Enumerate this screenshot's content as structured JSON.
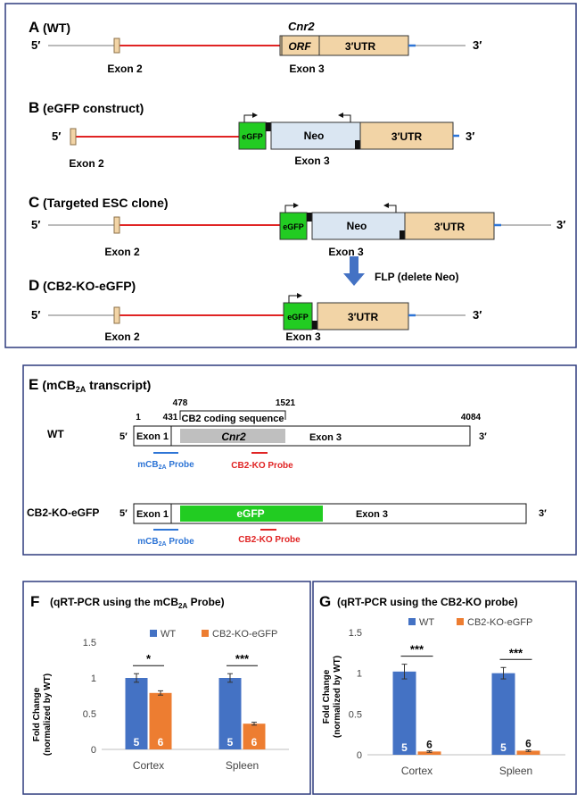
{
  "colors": {
    "wt_blue": "#4472C4",
    "ko_orange": "#ED7D31",
    "intron_red": "#E02424",
    "egfp_green": "#22CC22",
    "neo_blue": "#DAE6F2",
    "utr_tan": "#F2D4A6",
    "exon2_tan": "#F2D4A6",
    "probe_blue": "#2E75D6",
    "probe_red": "#E02424",
    "panel_border": "#2F3C7E"
  },
  "panel_A": {
    "letter": "A",
    "title": "(WT)",
    "gene": "Cnr2",
    "five": "5′",
    "three": "3′",
    "exon2": "Exon 2",
    "exon3": "Exon 3",
    "orf": "ORF",
    "utr": "3′UTR"
  },
  "panel_B": {
    "letter": "B",
    "title": "(eGFP construct)",
    "five": "5′",
    "three": "3′",
    "exon2": "Exon 2",
    "exon3": "Exon 3",
    "egfp": "eGFP",
    "neo": "Neo",
    "utr": "3′UTR"
  },
  "panel_C": {
    "letter": "C",
    "title": "(Targeted ESC clone)",
    "five": "5′",
    "three": "3′",
    "exon2": "Exon 2",
    "exon3": "Exon 3",
    "egfp": "eGFP",
    "neo": "Neo",
    "utr": "3′UTR",
    "flp": "FLP (delete Neo)"
  },
  "panel_D": {
    "letter": "D",
    "title": "(CB2-KO-eGFP)",
    "five": "5′",
    "three": "3′",
    "exon2": "Exon 2",
    "exon3": "Exon 3",
    "egfp": "eGFP",
    "utr": "3′UTR"
  },
  "panel_E": {
    "letter": "E",
    "title_pre": "(mCB",
    "title_sub": "2A",
    "title_post": " transcript)",
    "coding_label": "CB2 coding sequence",
    "pos_1": "1",
    "pos_431": "431",
    "pos_478": "478",
    "pos_1521": "1521",
    "pos_4084": "4084",
    "wt_label": "WT",
    "ko_label": "CB2-KO-eGFP",
    "five": "5′",
    "three": "3′",
    "exon1": "Exon 1",
    "exon3": "Exon 3",
    "cnr2": "Cnr2",
    "egfp": "eGFP",
    "probe_mcb_pre": "mCB",
    "probe_mcb_sub": "2A",
    "probe_mcb_post": " Probe",
    "probe_ko": "CB2-KO Probe"
  },
  "panel_F": {
    "letter": "F",
    "title_pre": "(qRT-PCR using the mCB",
    "title_sub": "2A",
    "title_post": " Probe)",
    "ylabel_1": "Fold Change",
    "ylabel_2": "(normalized by WT)"
  },
  "panel_G": {
    "letter": "G",
    "title": "(qRT-PCR using the CB2-KO probe)",
    "ylabel_1": "Fold Change",
    "ylabel_2": "(normalized by WT)"
  },
  "chart_data": [
    {
      "type": "bar",
      "panel": "F",
      "categories": [
        "Cortex",
        "Spleen"
      ],
      "series": [
        {
          "name": "WT",
          "values": [
            1.0,
            1.0
          ],
          "errors": [
            0.06,
            0.06
          ],
          "n": [
            "5",
            "5"
          ]
        },
        {
          "name": "CB2-KO-eGFP",
          "values": [
            0.79,
            0.36
          ],
          "errors": [
            0.03,
            0.02
          ],
          "n": [
            "6",
            "6"
          ]
        }
      ],
      "significance": [
        "*",
        "***"
      ],
      "ylim": [
        0,
        1.5
      ],
      "yticks": [
        "0",
        "0.5",
        "1",
        "1.5"
      ],
      "legend": "top-center"
    },
    {
      "type": "bar",
      "panel": "G",
      "categories": [
        "Cortex",
        "Spleen"
      ],
      "series": [
        {
          "name": "WT",
          "values": [
            1.02,
            1.0
          ],
          "errors": [
            0.09,
            0.07
          ],
          "n": [
            "5",
            "5"
          ]
        },
        {
          "name": "CB2-KO-eGFP",
          "values": [
            0.04,
            0.05
          ],
          "errors": [
            0.01,
            0.01
          ],
          "n": [
            "6",
            "6"
          ]
        }
      ],
      "significance": [
        "***",
        "***"
      ],
      "ylim": [
        0,
        1.5
      ],
      "yticks": [
        "0",
        "0.5",
        "1",
        "1.5"
      ],
      "legend": "top-center"
    }
  ]
}
